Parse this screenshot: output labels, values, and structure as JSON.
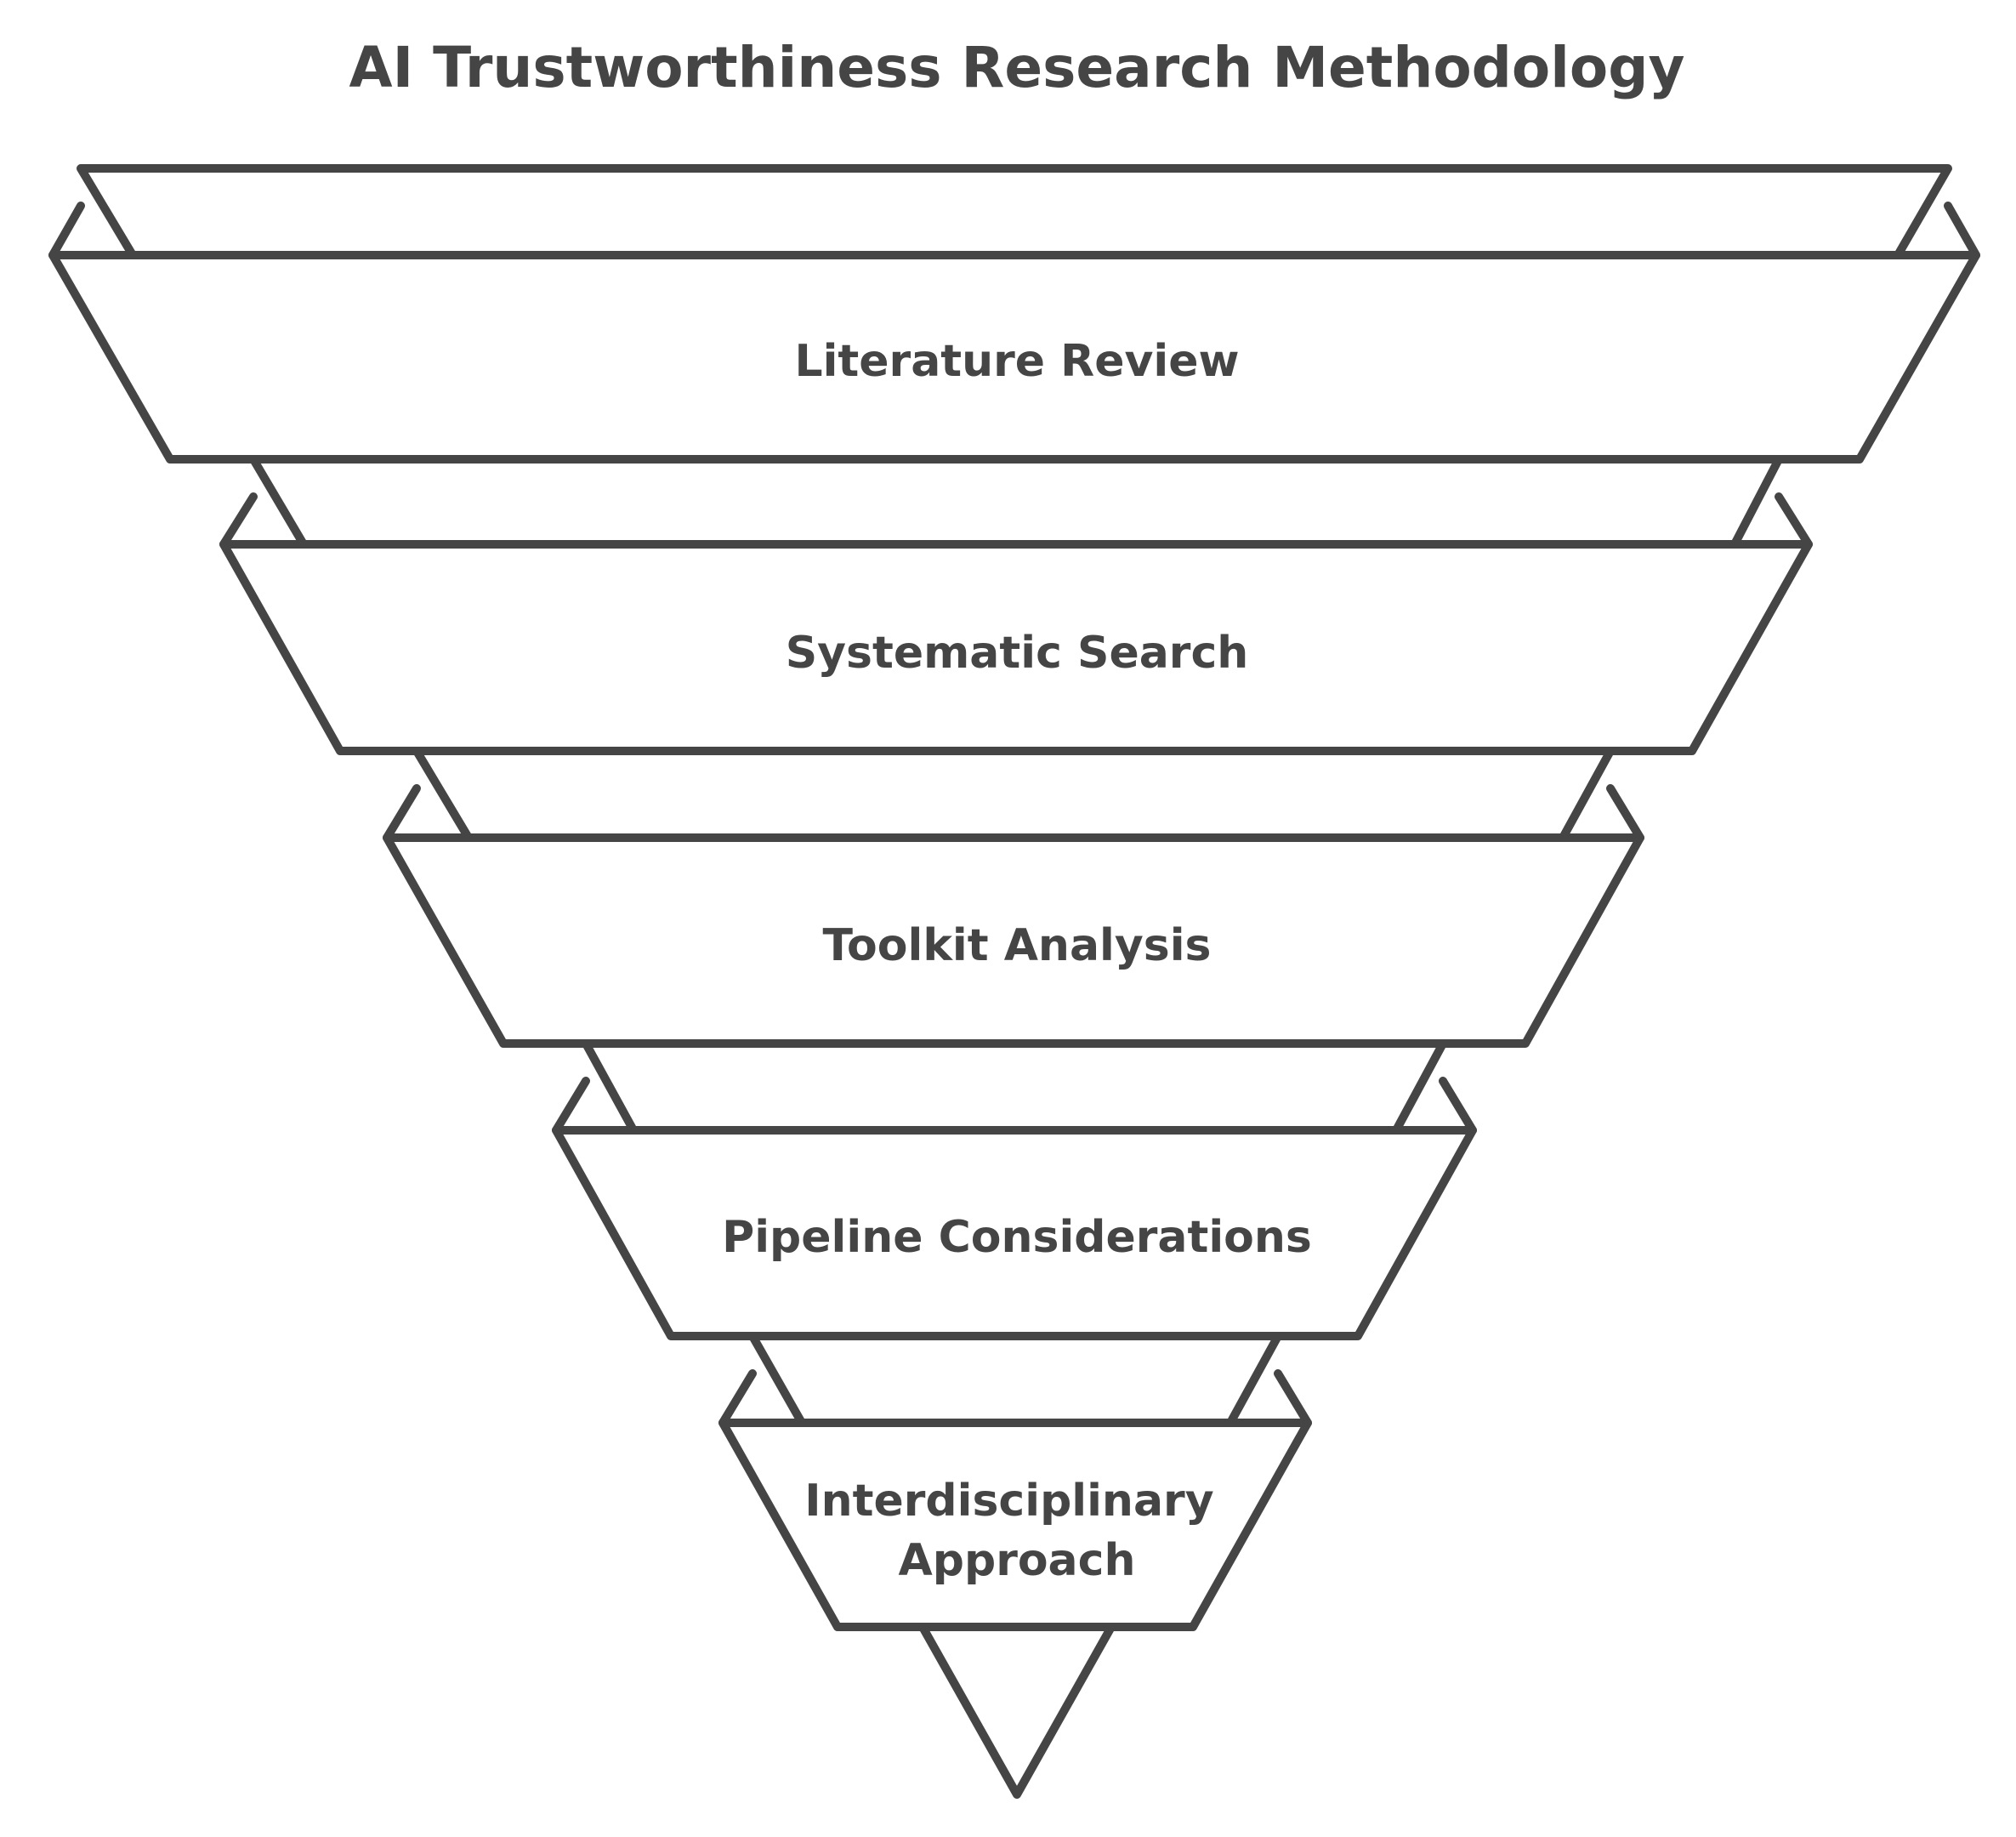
{
  "title": "AI Trustworthiness Research Methodology",
  "stages": [
    {
      "lines": [
        "Literature Review"
      ]
    },
    {
      "lines": [
        "Systematic Search"
      ]
    },
    {
      "lines": [
        "Toolkit Analysis"
      ]
    },
    {
      "lines": [
        "Pipeline Considerations"
      ]
    },
    {
      "lines": [
        "Interdisciplinary",
        "Approach"
      ]
    }
  ],
  "colors": {
    "stroke": "#454545",
    "fill": "#ffffff",
    "text": "#454545"
  }
}
